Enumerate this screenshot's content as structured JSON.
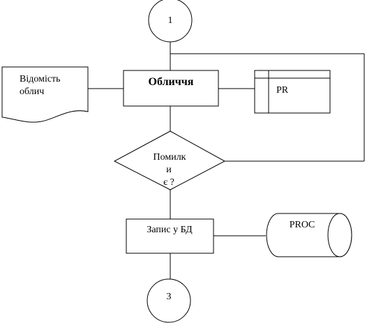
{
  "diagram": {
    "connector_top": {
      "label": "1"
    },
    "document": {
      "line1": "Відомість",
      "line2": "облич"
    },
    "process": {
      "label": "Обличчя"
    },
    "datastore": {
      "label": "PR"
    },
    "decision": {
      "line1": "Помилк",
      "line2": "и",
      "line3": "є ?"
    },
    "write_process": {
      "label": "Запис у БД"
    },
    "database": {
      "label": "PROC"
    },
    "connector_bottom": {
      "label": "3"
    }
  }
}
